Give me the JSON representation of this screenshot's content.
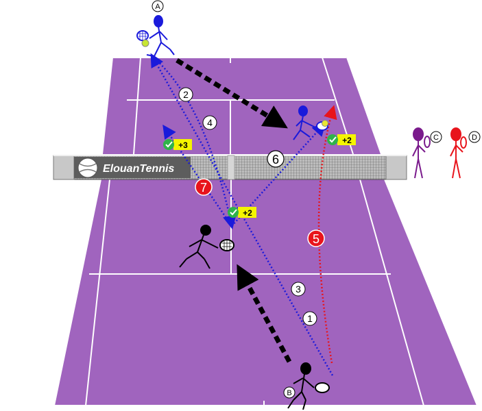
{
  "brand": {
    "name": "ElouanTennis"
  },
  "players": {
    "a": {
      "letter": "A",
      "color": "#1a1adb"
    },
    "b": {
      "letter": "B",
      "color": "#000000"
    },
    "c": {
      "letter": "C",
      "color": "#7a1a8c"
    },
    "d": {
      "letter": "D",
      "color": "#e8141c"
    }
  },
  "steps": {
    "s1": "1",
    "s2": "2",
    "s3": "3",
    "s4": "4",
    "s5": "5",
    "s6": "6",
    "s7": "7"
  },
  "scores": {
    "top_left": "+3",
    "top_right": "+2",
    "center": "+2"
  },
  "colors": {
    "court": "#a064be",
    "lines": "#ffffff",
    "ball_path_blue": "#1a1adb",
    "ball_path_red": "#e8141c",
    "step_badge_red": "#e8141c",
    "score_badge": "#f5f500",
    "check": "#2fb34a"
  }
}
